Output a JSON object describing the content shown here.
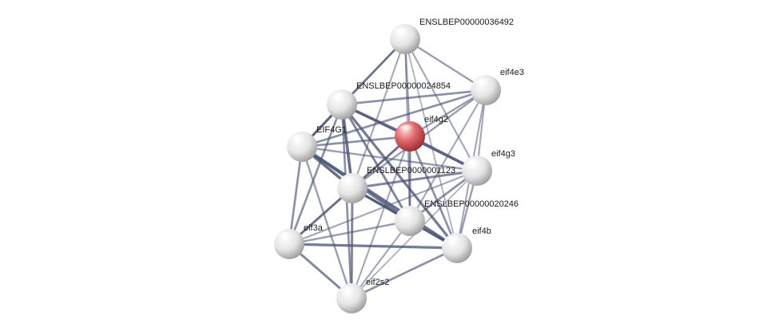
{
  "network": {
    "colors": {
      "edge": "#4a5475",
      "node_gray": "#e6e6e6",
      "node_query": "#d9555a",
      "label": "#1a1a1a"
    },
    "nodes": [
      {
        "id": "n36492",
        "label": "ENSLBEP00000036492",
        "query": false
      },
      {
        "id": "eif4e3",
        "label": "eif4e3",
        "query": false
      },
      {
        "id": "n24854",
        "label": "ENSLBEP00000024854",
        "query": false
      },
      {
        "id": "eif4g2",
        "label": "eif4g2",
        "query": true
      },
      {
        "id": "EIF4G1",
        "label": "EIF4G1",
        "query": false
      },
      {
        "id": "eif4g3",
        "label": "eif4g3",
        "query": false
      },
      {
        "id": "n1123",
        "label": "ENSLBEP0000001123",
        "query": false
      },
      {
        "id": "n20246",
        "label": "ENSLBEP00000020246",
        "query": false
      },
      {
        "id": "eif3a",
        "label": "eif3a",
        "query": false
      },
      {
        "id": "eif4b",
        "label": "eif4b",
        "query": false
      },
      {
        "id": "eif2s2",
        "label": "eif2s2",
        "query": false
      }
    ],
    "edges": [
      {
        "source": "n36492",
        "target": "n24854",
        "weight": 0.6
      },
      {
        "source": "n36492",
        "target": "eif4e3",
        "weight": 0.5
      },
      {
        "source": "n36492",
        "target": "EIF4G1",
        "weight": 0.5
      },
      {
        "source": "n36492",
        "target": "eif4g2",
        "weight": 0.5
      },
      {
        "source": "n36492",
        "target": "n1123",
        "weight": 0.4
      },
      {
        "source": "n36492",
        "target": "eif4g3",
        "weight": 0.4
      },
      {
        "source": "n36492",
        "target": "n20246",
        "weight": 0.3
      },
      {
        "source": "n36492",
        "target": "eif4b",
        "weight": 0.3
      },
      {
        "source": "eif4e3",
        "target": "n24854",
        "weight": 0.6
      },
      {
        "source": "eif4e3",
        "target": "EIF4G1",
        "weight": 0.6
      },
      {
        "source": "eif4e3",
        "target": "eif4g2",
        "weight": 0.5
      },
      {
        "source": "eif4e3",
        "target": "n1123",
        "weight": 0.5
      },
      {
        "source": "eif4e3",
        "target": "eif4g3",
        "weight": 0.4
      },
      {
        "source": "eif4e3",
        "target": "n20246",
        "weight": 0.4
      },
      {
        "source": "eif4e3",
        "target": "eif4b",
        "weight": 0.4
      },
      {
        "source": "n24854",
        "target": "eif4g2",
        "weight": 0.9
      },
      {
        "source": "n24854",
        "target": "EIF4G1",
        "weight": 0.8
      },
      {
        "source": "n24854",
        "target": "n1123",
        "weight": 0.9
      },
      {
        "source": "n24854",
        "target": "n20246",
        "weight": 0.7
      },
      {
        "source": "n24854",
        "target": "eif4b",
        "weight": 0.8
      },
      {
        "source": "n24854",
        "target": "eif3a",
        "weight": 0.6
      },
      {
        "source": "n24854",
        "target": "eif2s2",
        "weight": 0.6
      },
      {
        "source": "n24854",
        "target": "eif4g3",
        "weight": 0.5
      },
      {
        "source": "eif4g2",
        "target": "EIF4G1",
        "weight": 0.6
      },
      {
        "source": "eif4g2",
        "target": "eif4g3",
        "weight": 0.9
      },
      {
        "source": "eif4g2",
        "target": "n1123",
        "weight": 0.7
      },
      {
        "source": "eif4g2",
        "target": "n20246",
        "weight": 0.7
      },
      {
        "source": "eif4g2",
        "target": "eif4b",
        "weight": 0.6
      },
      {
        "source": "eif4g2",
        "target": "eif3a",
        "weight": 0.4
      },
      {
        "source": "eif4g2",
        "target": "eif2s2",
        "weight": 0.4
      },
      {
        "source": "EIF4G1",
        "target": "n1123",
        "weight": 0.9
      },
      {
        "source": "EIF4G1",
        "target": "eif4b",
        "weight": 0.9
      },
      {
        "source": "EIF4G1",
        "target": "n20246",
        "weight": 0.8
      },
      {
        "source": "EIF4G1",
        "target": "eif3a",
        "weight": 0.6
      },
      {
        "source": "EIF4G1",
        "target": "eif2s2",
        "weight": 0.5
      },
      {
        "source": "EIF4G1",
        "target": "eif4g3",
        "weight": 0.5
      },
      {
        "source": "eif4g3",
        "target": "n1123",
        "weight": 0.7
      },
      {
        "source": "eif4g3",
        "target": "n20246",
        "weight": 0.6
      },
      {
        "source": "eif4g3",
        "target": "eif4b",
        "weight": 0.5
      },
      {
        "source": "eif4g3",
        "target": "eif3a",
        "weight": 0.4
      },
      {
        "source": "eif4g3",
        "target": "eif2s2",
        "weight": 0.3
      },
      {
        "source": "n1123",
        "target": "n20246",
        "weight": 0.8
      },
      {
        "source": "n1123",
        "target": "eif4b",
        "weight": 0.8
      },
      {
        "source": "n1123",
        "target": "eif3a",
        "weight": 0.7
      },
      {
        "source": "n1123",
        "target": "eif2s2",
        "weight": 0.7
      },
      {
        "source": "n20246",
        "target": "eif4b",
        "weight": 0.6
      },
      {
        "source": "n20246",
        "target": "eif3a",
        "weight": 0.5
      },
      {
        "source": "n20246",
        "target": "eif2s2",
        "weight": 0.4
      },
      {
        "source": "eif3a",
        "target": "eif4b",
        "weight": 0.8
      },
      {
        "source": "eif3a",
        "target": "eif2s2",
        "weight": 0.7
      },
      {
        "source": "eif4b",
        "target": "eif2s2",
        "weight": 0.6
      }
    ]
  }
}
